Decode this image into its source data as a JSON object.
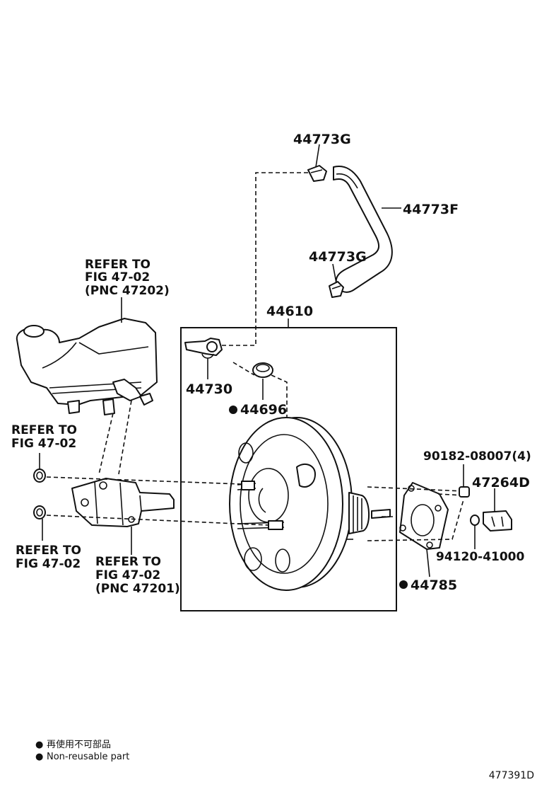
{
  "parts": {
    "p44773G_top": "44773G",
    "p44773F": "44773F",
    "p44773G_mid": "44773G",
    "p44610": "44610",
    "p44730": "44730",
    "p44696": "44696",
    "p90182": "90182-08007(4)",
    "p47264D": "47264D",
    "p94120": "94120-41000",
    "p44785": "44785"
  },
  "refs": {
    "reservoir": [
      "REFER TO",
      "FIG 47-02",
      "(PNC 47202)"
    ],
    "upper_left": [
      "REFER TO",
      "FIG 47-02"
    ],
    "lower_left": [
      "REFER TO",
      "FIG 47-02"
    ],
    "master_cyl": [
      "REFER TO",
      "FIG 47-02",
      "(PNC 47201)"
    ]
  },
  "legend": {
    "symbol": "●",
    "jp": "再使用不可部品",
    "en": "Non-reusable part"
  },
  "diagram_code": "477391D",
  "colors": {
    "ink": "#111111",
    "background": "#ffffff"
  }
}
